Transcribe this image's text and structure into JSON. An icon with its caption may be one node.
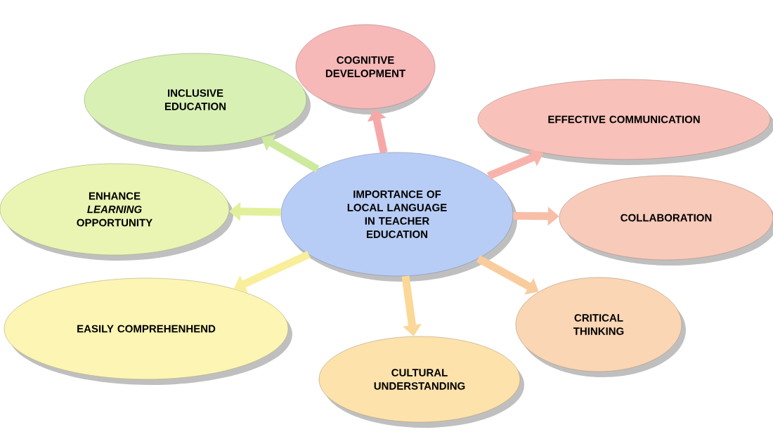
{
  "diagram": {
    "nodes": [
      {
        "text": [
          "IMPORTANCE OF LOCAL LANGUAGE IN TEACHER EDUCATION"
        ]
      },
      {
        "text": [
          "COGNITIVE DEVELOPMENT"
        ]
      },
      {
        "text": [
          "EFFECTIVE COMMUNICATION"
        ]
      },
      {
        "text": [
          "COLLABORATION"
        ]
      },
      {
        "text": [
          "CRITICAL THINKING"
        ]
      },
      {
        "text": [
          "CULTURAL UNDERSTANDING"
        ]
      },
      {
        "text": [
          "EASILY COMPREHENHEND"
        ]
      },
      {
        "text": [
          "ENHANCE *LEARNING* OPPORTUNITY"
        ]
      },
      {
        "text": [
          "INCLUSIVE EDUCATION"
        ]
      }
    ],
    "edges": [
      {
        "from": 0,
        "to": 1,
        "arrow": "to",
        "color": "#f6a8a8"
      },
      {
        "from": 0,
        "to": 2,
        "arrow": "to",
        "color": "#f8b4ac"
      },
      {
        "from": 0,
        "to": 3,
        "arrow": "to",
        "color": "#f8bea8"
      },
      {
        "from": 0,
        "to": 4,
        "arrow": "to",
        "color": "#f9cc9e"
      },
      {
        "from": 0,
        "to": 5,
        "arrow": "to",
        "color": "#fbd898"
      },
      {
        "from": 0,
        "to": 6,
        "arrow": "to",
        "color": "#f9ee9a"
      },
      {
        "from": 0,
        "to": 7,
        "arrow": "to",
        "color": "#e2f09c"
      },
      {
        "from": 0,
        "to": 8,
        "arrow": "to",
        "color": "#cdea9e"
      }
    ]
  }
}
